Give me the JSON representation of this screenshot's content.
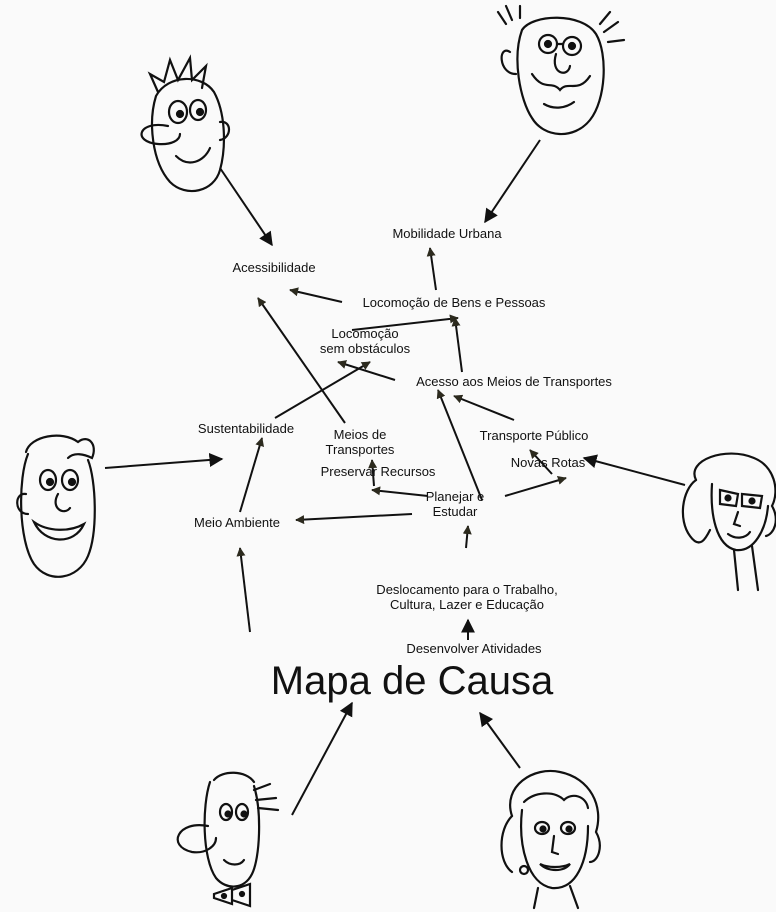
{
  "title": "Mapa de Causa",
  "nodes": {
    "mobilidade_urbana": "Mobilidade Urbana",
    "acessibilidade": "Acessibilidade",
    "locomocao_bens": "Locomoção de Bens e Pessoas",
    "locomocao_sem_obstaculos": "Locomoção\nsem obstáculos",
    "acesso_meios": "Acesso aos Meios de Transportes",
    "sustentabilidade": "Sustentabilidade",
    "meios_transportes": "Meios de\nTransportes",
    "transporte_publico": "Transporte Público",
    "novas_rotas": "Novas Rotas",
    "preservar_recursos": "Preservar Recursos",
    "planejar_estudar": "Planejar e\nEstudar",
    "meio_ambiente": "Meio Ambiente",
    "deslocamento": "Deslocamento para o Trabalho,\nCultura, Lazer e Educação",
    "desenvolver_atividades": "Desenvolver Atividades"
  },
  "faces": [
    "man-face-icon",
    "old-man-glasses-face-icon",
    "young-man-face-icon",
    "woman-glasses-face-icon",
    "bald-man-bowtie-face-icon",
    "woman-face-icon"
  ],
  "colors": {
    "ink": "#111111",
    "arrow_head": "#2c2a1e",
    "background": "#fafafa"
  }
}
